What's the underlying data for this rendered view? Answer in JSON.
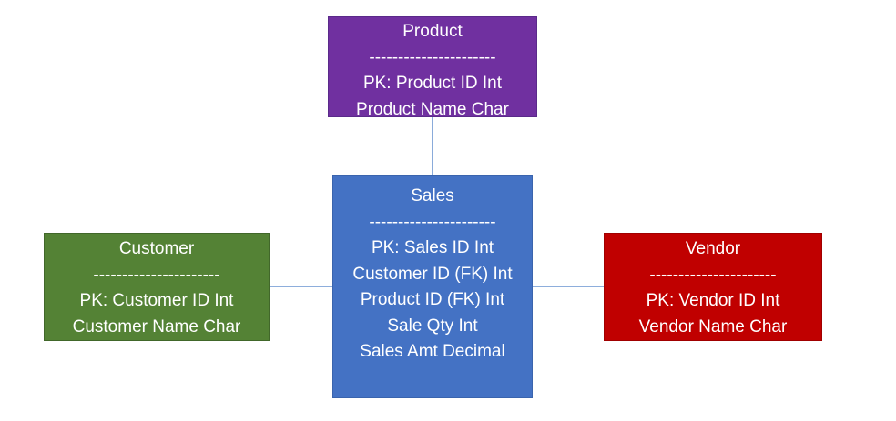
{
  "diagram": {
    "type": "entity-relationship",
    "colors": {
      "product": "#7030a0",
      "sales": "#4472c4",
      "customer": "#548235",
      "vendor": "#c00000",
      "connector": "#4a7ec6",
      "border_product": "#5a2a8a",
      "border_sales": "#3a64ad",
      "border_customer": "#41672a",
      "border_vendor": "#a00000",
      "text": "#ffffff"
    },
    "entities": {
      "product": {
        "name": "Product",
        "separator": "----------------------",
        "fields": [
          "PK: Product ID Int",
          "Product Name Char"
        ]
      },
      "sales": {
        "name": "Sales",
        "separator": "----------------------",
        "fields": [
          "PK: Sales ID Int",
          "Customer ID (FK) Int",
          "Product ID (FK) Int",
          "Sale Qty Int",
          "Sales Amt Decimal"
        ]
      },
      "customer": {
        "name": "Customer",
        "separator": "----------------------",
        "fields": [
          "PK: Customer ID Int",
          "Customer Name Char"
        ]
      },
      "vendor": {
        "name": "Vendor",
        "separator": "----------------------",
        "fields": [
          "PK: Vendor ID Int",
          "Vendor Name Char"
        ]
      }
    },
    "relationships": [
      {
        "from": "product",
        "to": "sales"
      },
      {
        "from": "customer",
        "to": "sales"
      },
      {
        "from": "sales",
        "to": "vendor"
      }
    ]
  }
}
